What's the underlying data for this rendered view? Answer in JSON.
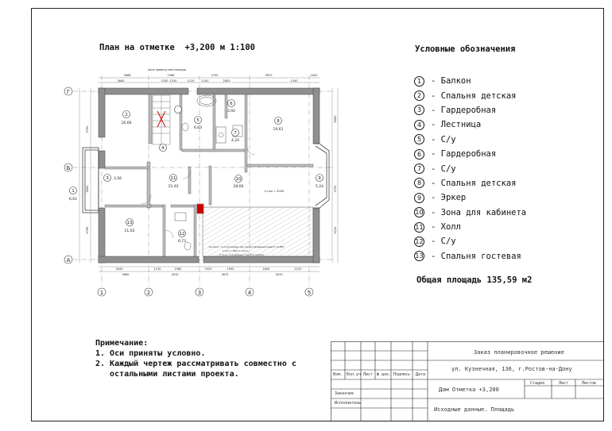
{
  "plan_title": "План на отметке  +3,200 м 1:100",
  "legend": {
    "title": "Условные обозначения",
    "items": [
      {
        "num": "1",
        "label": "- Балкон"
      },
      {
        "num": "2",
        "label": "- Спальня детская"
      },
      {
        "num": "3",
        "label": "- Гардеробная"
      },
      {
        "num": "4",
        "label": "- Лестница"
      },
      {
        "num": "5",
        "label": "- С/у"
      },
      {
        "num": "6",
        "label": "- Гардеробная"
      },
      {
        "num": "7",
        "label": "- С/у"
      },
      {
        "num": "8",
        "label": "- Спальня детская"
      },
      {
        "num": "9",
        "label": "- Эркер"
      },
      {
        "num": "10",
        "label": "- Зона для кабинета"
      },
      {
        "num": "11",
        "label": "- Холл"
      },
      {
        "num": "12",
        "label": "- С/у"
      },
      {
        "num": "13",
        "label": "- Спальня гостевая"
      }
    ]
  },
  "total_area": "Общая площадь 135,59 м2",
  "notes": {
    "title": "Примечание:",
    "line1": "1. Оси приняты условно.",
    "line2": "2. Каждый чертеж рассматривать совместно с",
    "line3": "   остальными листами проекта."
  },
  "axes": {
    "rows": [
      "Г",
      "Б",
      "А"
    ],
    "cols": [
      "1",
      "2",
      "3",
      "4",
      "5"
    ]
  },
  "rooms": [
    {
      "num": "1",
      "area": "6,61"
    },
    {
      "num": "2",
      "area": "16,66"
    },
    {
      "num": "3",
      "area": "3,56"
    },
    {
      "num": "4",
      "area": ""
    },
    {
      "num": "5",
      "area": "6,63"
    },
    {
      "num": "6",
      "area": "3,92"
    },
    {
      "num": "7",
      "area": "4,24"
    },
    {
      "num": "8",
      "area": "19,61"
    },
    {
      "num": "9",
      "area": "5,24"
    },
    {
      "num": "10",
      "area": "28,66"
    },
    {
      "num": "11",
      "area": "15,40"
    },
    {
      "num": "12",
      "area": "6,73"
    },
    {
      "num": "13",
      "area": "21,02"
    }
  ],
  "plan_annotations": {
    "top_note": "окно наверху вентиляции",
    "height_note": "h пол = 3000",
    "bottom_note1": "монтаж с 2-м уклонами при проектировании рамы h=0,805",
    "bottom_note2": "h пол = 300 от пол h",
    "bottom_note3": "h по н - 2,5 (длины стен 6 м плиты)"
  },
  "dimensions": {
    "top_outer": [
      "2868",
      "1366",
      "2700",
      "3670",
      "1620"
    ],
    "top_inner": [
      "2640",
      "1330",
      "1250",
      "1120",
      "1100",
      "2820",
      "1340"
    ],
    "bottom_inner": [
      "2640",
      "1130",
      "1980",
      "2320",
      "1950",
      "1840",
      "2120"
    ],
    "bottom_outer": [
      "3660",
      "2810",
      "3670",
      "3670"
    ],
    "left": [
      "5700",
      "1850",
      "6790"
    ],
    "right": [
      "6000",
      "3750",
      "4210"
    ]
  },
  "stamp": {
    "project": "Заказ планировочное решение",
    "address": "ул. Кузнечная, 136, г.Ростов-на-Дону",
    "sheet_name": "Дом Отметка +3,200",
    "doc_title": "Исходные данные. Площадь",
    "col_izm": "Изм.",
    "col_koluch": "Кол.уч",
    "col_list": "Лист",
    "col_ndok": "№ док.",
    "col_podpis": "Подпись",
    "col_data": "Дата",
    "stadiya": "Стадия",
    "list": "Лист",
    "listov": "Листов",
    "zakazchik": "Заказчик",
    "ispolnitel": "Исполнитель"
  }
}
